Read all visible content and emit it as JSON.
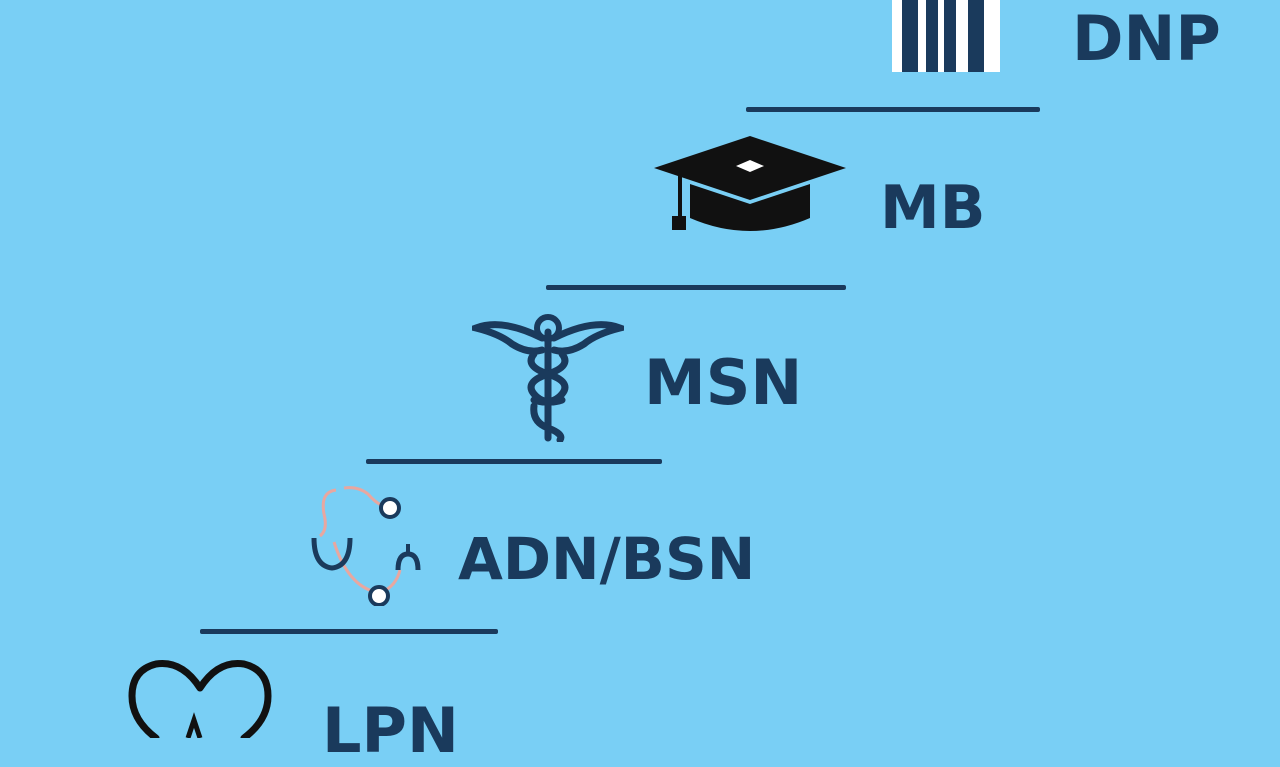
{
  "colors": {
    "background": "#79cff5",
    "ink": "#1a3a5c",
    "accent": "#e8a7a0",
    "white": "#ffffff"
  },
  "steps": [
    {
      "label": "LPN",
      "icon": "heart-pulse-icon"
    },
    {
      "label": "ADN/BSN",
      "icon": "stethoscope-icon"
    },
    {
      "label": "MSN",
      "icon": "caduceus-icon"
    },
    {
      "label": "MB",
      "icon": "graduation-cap-icon"
    },
    {
      "label": "DNP",
      "icon": "columns-icon"
    }
  ]
}
